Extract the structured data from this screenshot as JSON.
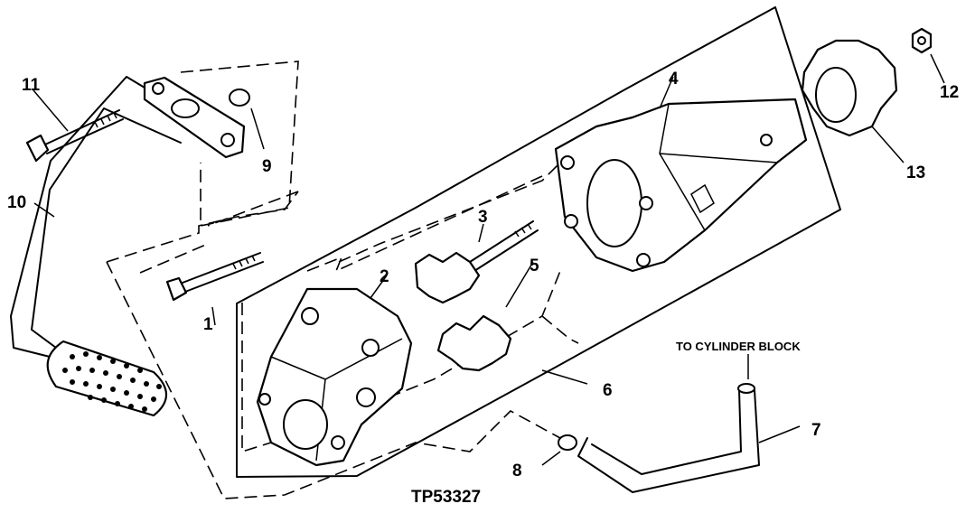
{
  "figure_code": "TP53327",
  "note": "TO CYLINDER BLOCK",
  "callouts": [
    "1",
    "2",
    "3",
    "4",
    "5",
    "6",
    "7",
    "8",
    "9",
    "10",
    "11",
    "12",
    "13"
  ]
}
